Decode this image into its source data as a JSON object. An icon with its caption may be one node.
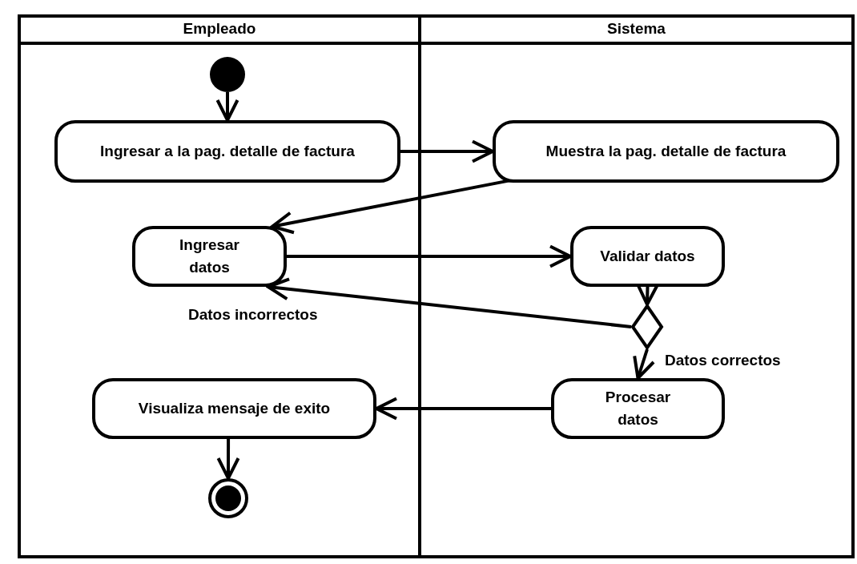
{
  "diagram": {
    "nodes": [
      {
        "text": [
          "Empleado"
        ]
      },
      {
        "text": [
          "Sistema"
        ]
      },
      {
        "text": [],
        "shape": "circle",
        "in": 0
      },
      {
        "text": [
          "Ingresar a la pag. detalle de factura"
        ],
        "in": 0
      },
      {
        "text": [
          "Muestra la pag. detalle de factura"
        ],
        "in": 1
      },
      {
        "text": [
          "Ingresar datos"
        ],
        "in": 0
      },
      {
        "text": [
          "Validar datos"
        ],
        "in": 1
      },
      {
        "text": [],
        "shape": "diamond",
        "in": 1
      },
      {
        "text": [
          "Procesar datos"
        ],
        "in": 1
      },
      {
        "text": [
          "Visualiza mensaje de exito"
        ],
        "in": 0
      },
      {
        "text": [],
        "shape": "circle",
        "in": 0
      }
    ],
    "edges": [
      {
        "from": 2,
        "to": 3,
        "arrow": "to"
      },
      {
        "from": 3,
        "to": 4,
        "arrow": "to"
      },
      {
        "from": 4,
        "to": 5,
        "arrow": "to"
      },
      {
        "from": 5,
        "to": 6,
        "arrow": "to"
      },
      {
        "from": 6,
        "to": 7,
        "arrow": "to"
      },
      {
        "from": 7,
        "to": 5,
        "arrow": "to",
        "label": "Datos incorrectos"
      },
      {
        "from": 7,
        "to": 8,
        "arrow": "to",
        "label": "Datos correctos"
      },
      {
        "from": 8,
        "to": 9,
        "arrow": "to"
      },
      {
        "from": 9,
        "to": 10,
        "arrow": "to"
      }
    ]
  }
}
